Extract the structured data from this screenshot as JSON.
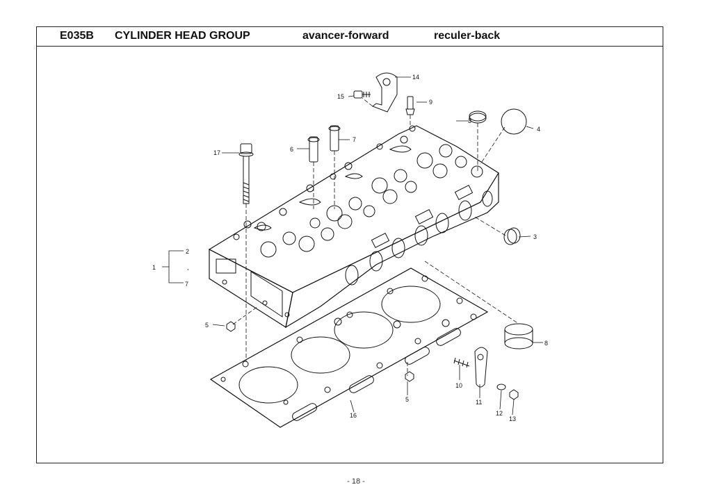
{
  "header": {
    "code": "E035B",
    "title": "CYLINDER HEAD GROUP",
    "forward": "avancer-forward",
    "back": "reculer-back"
  },
  "callouts": {
    "c1": "1",
    "c2": "2",
    "c_dots": "¸",
    "c7a": "7",
    "c3a": "3",
    "c3b": "3",
    "c4": "4",
    "c5a": "5",
    "c5b": "5",
    "c6": "6",
    "c7b": "7",
    "c8": "8",
    "c9": "9",
    "c10": "10",
    "c11": "11",
    "c12": "12",
    "c13": "13",
    "c14": "14",
    "c15": "15",
    "c16": "16",
    "c17": "17"
  },
  "footer": {
    "page": "- 18 -"
  }
}
